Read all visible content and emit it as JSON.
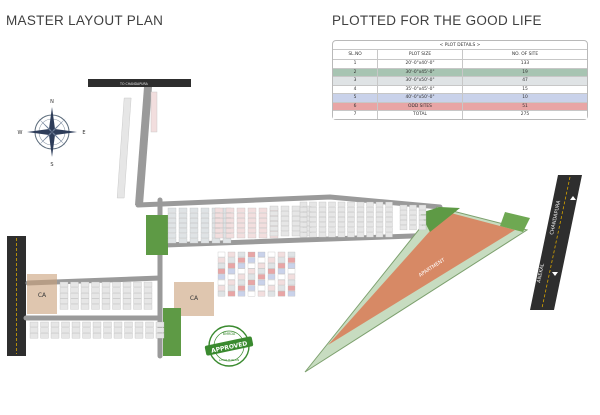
{
  "header": {
    "left_title": "MASTER LAYOUT PLAN",
    "right_title": "PLOTTED FOR THE GOOD LIFE"
  },
  "plot_details": {
    "caption": "< PLOT DETAILS >",
    "columns": [
      "SL.NO",
      "PLOT SIZE",
      "NO. OF SITE"
    ],
    "rows": [
      {
        "sl": "1",
        "size": "20'-0\"x40'-0\"",
        "count": "133",
        "color": "#ffffff"
      },
      {
        "sl": "2",
        "size": "30'-0\"x45'-0\"",
        "count": "19",
        "color": "#a7c4b2"
      },
      {
        "sl": "3",
        "size": "30'-0\"x50'-0\"",
        "count": "47",
        "color": "#dfe3e5"
      },
      {
        "sl": "4",
        "size": "35'-0\"x45'-0\"",
        "count": "15",
        "color": "#ffffff"
      },
      {
        "sl": "5",
        "size": "40'-0\"x50'-0\"",
        "count": "10",
        "color": "#c9d2ea"
      },
      {
        "sl": "6",
        "size": "ODD SITES",
        "count": "51",
        "color": "#e8a5a5"
      },
      {
        "sl": "7",
        "size": "TOTAL",
        "count": "275",
        "color": "#ffffff"
      }
    ]
  },
  "compass": {
    "north": "N",
    "south": "S",
    "east": "E",
    "west": "W"
  },
  "roads": {
    "top_road": "TO CHANDAPURA",
    "right_road_upper": "CHANDAPURA",
    "right_road_lower": "ANEKAL"
  },
  "zones": {
    "ca_left": "CA",
    "ca_center": "CA",
    "apartment": "APARTMENT"
  },
  "stamp": {
    "top": "BMRDA",
    "main": "APPROVED",
    "bottom": "LAYOUT PLAN"
  },
  "colors": {
    "road": "#8e8e8e",
    "highway": "#2e2e2e",
    "highway_stripe": "#d6a400",
    "park": "#4f8a3a",
    "odd_site": "#e8a5a5",
    "apartment": "#d97a55",
    "ca": "#c9a07a",
    "stamp": "#3a8a2f"
  }
}
